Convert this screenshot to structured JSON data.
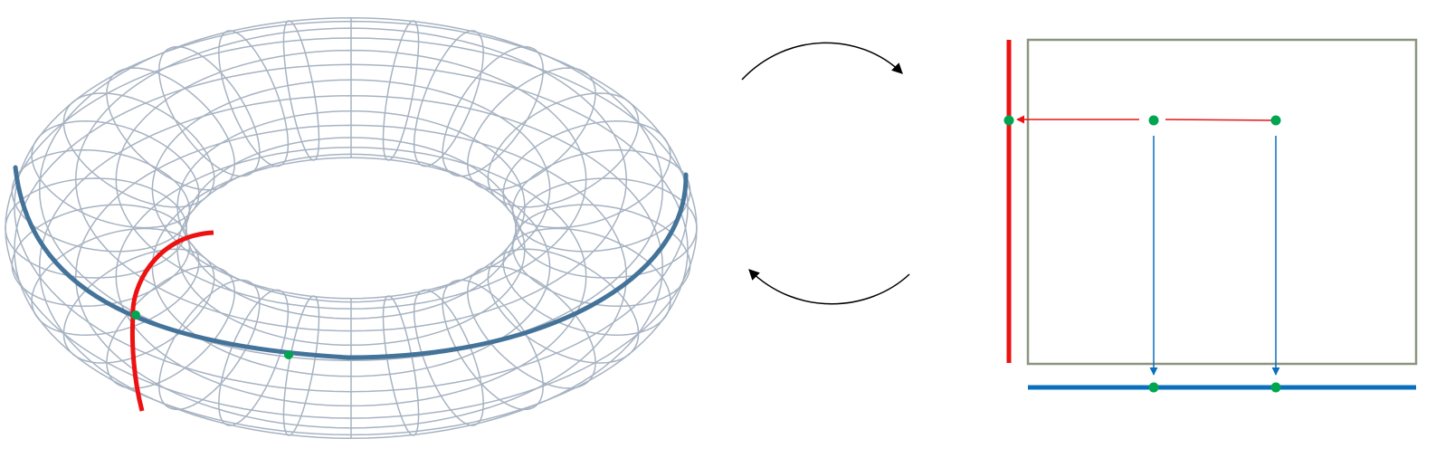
{
  "diagram": {
    "torus": {
      "wireframe_color": "#a7b3c2",
      "meridian_count": 32,
      "parallel_count": 14,
      "longitude_curve_color": "#44739a",
      "meridian_curve_color": "#ee1111",
      "point_color": "#00a64f",
      "points": [
        "intersection-point",
        "longitude-point"
      ]
    },
    "cycle_arrows": {
      "color": "#000000",
      "arrows": [
        "top-arrow",
        "bottom-arrow"
      ]
    },
    "square": {
      "frame_color": "#8a957e",
      "left_edge_color": "#ee1111",
      "bottom_edge_color": "#0a6fbd",
      "horizontal_arrow_color": "#ee1111",
      "vertical_arrow_color": "#0a6fbd",
      "point_color": "#00a64f",
      "interior_points": [
        "point-1",
        "point-2"
      ],
      "left_edge_points": [
        "left-edge-point"
      ],
      "bottom_edge_points": [
        "bottom-edge-point-1",
        "bottom-edge-point-2"
      ]
    }
  }
}
